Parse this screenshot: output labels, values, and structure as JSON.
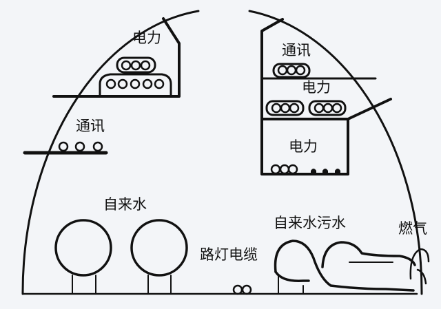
{
  "labels": {
    "power_top_left": "电力",
    "comm_left": "通讯",
    "comm_right": "通讯",
    "power_right_mid": "电力",
    "power_right_box": "电力",
    "water_supply": "自来水",
    "water_sewage": "自来水污水",
    "gas": "燃气",
    "street_light_cable": "路灯电缆"
  },
  "colors": {
    "line": "#111111",
    "background": "#f3f5f8"
  }
}
